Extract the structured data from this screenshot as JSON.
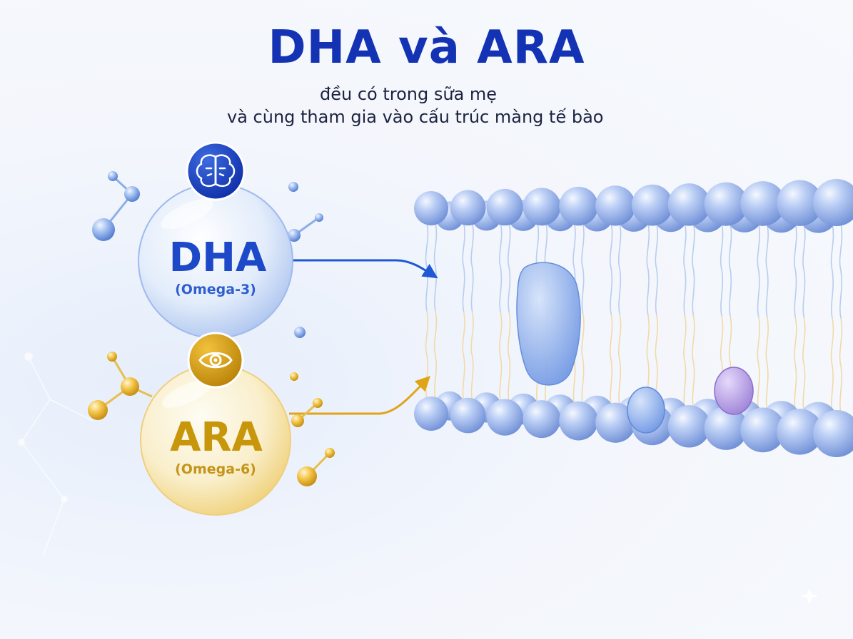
{
  "title": "DHA và ARA",
  "subtitle_line1": "đều có trong sữa mẹ",
  "subtitle_line2": "và cùng tham gia vào cấu trúc màng tế bào",
  "dha": {
    "name": "DHA",
    "sub": "(Omega-3)",
    "icon": "brain-icon",
    "color": "#1d49c9"
  },
  "ara": {
    "name": "ARA",
    "sub": "(Omega-6)",
    "icon": "eye-icon",
    "color": "#c8960a"
  },
  "membrane": {
    "head_color": "#9fb8ec",
    "protein_color": "#8fb1ee",
    "small_protein_color": "#b39be0"
  }
}
